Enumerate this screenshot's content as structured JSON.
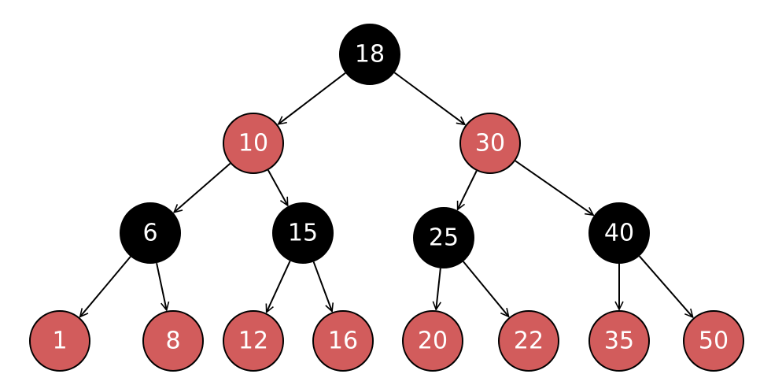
{
  "diagram": {
    "type": "red-black-tree",
    "colors": {
      "red": "#d25c5c",
      "black": "#000000",
      "label": "#ffffff",
      "edge": "#000000"
    },
    "nodes": [
      {
        "id": "n18",
        "label": "18",
        "color": "black",
        "depth": 0
      },
      {
        "id": "n10",
        "label": "10",
        "color": "red",
        "depth": 1
      },
      {
        "id": "n30",
        "label": "30",
        "color": "red",
        "depth": 1
      },
      {
        "id": "n6",
        "label": "6",
        "color": "black",
        "depth": 2
      },
      {
        "id": "n15",
        "label": "15",
        "color": "black",
        "depth": 2
      },
      {
        "id": "n25",
        "label": "25",
        "color": "black",
        "depth": 2
      },
      {
        "id": "n40",
        "label": "40",
        "color": "black",
        "depth": 2
      },
      {
        "id": "n1",
        "label": "1",
        "color": "red",
        "depth": 3
      },
      {
        "id": "n8",
        "label": "8",
        "color": "red",
        "depth": 3
      },
      {
        "id": "n12",
        "label": "12",
        "color": "red",
        "depth": 3
      },
      {
        "id": "n16",
        "label": "16",
        "color": "red",
        "depth": 3
      },
      {
        "id": "n20",
        "label": "20",
        "color": "red",
        "depth": 3
      },
      {
        "id": "n22",
        "label": "22",
        "color": "red",
        "depth": 3
      },
      {
        "id": "n35",
        "label": "35",
        "color": "red",
        "depth": 3
      },
      {
        "id": "n50",
        "label": "50",
        "color": "red",
        "depth": 3
      }
    ],
    "edges": [
      {
        "from": "n18",
        "to": "n10"
      },
      {
        "from": "n18",
        "to": "n30"
      },
      {
        "from": "n10",
        "to": "n6"
      },
      {
        "from": "n10",
        "to": "n15"
      },
      {
        "from": "n30",
        "to": "n25"
      },
      {
        "from": "n30",
        "to": "n40"
      },
      {
        "from": "n6",
        "to": "n1"
      },
      {
        "from": "n6",
        "to": "n8"
      },
      {
        "from": "n15",
        "to": "n12"
      },
      {
        "from": "n15",
        "to": "n16"
      },
      {
        "from": "n25",
        "to": "n20"
      },
      {
        "from": "n25",
        "to": "n22"
      },
      {
        "from": "n40",
        "to": "n35"
      },
      {
        "from": "n40",
        "to": "n50"
      }
    ]
  }
}
